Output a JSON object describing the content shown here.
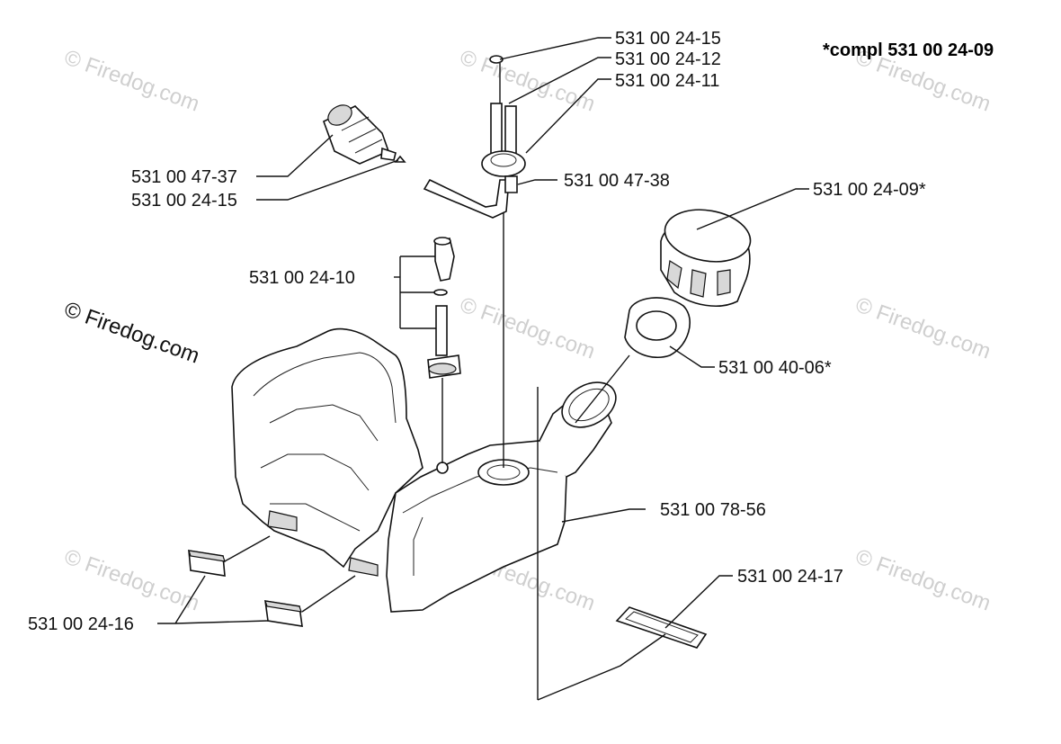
{
  "note": "*compl 531 00 24-09",
  "watermark": "© Firedog.com",
  "labels": {
    "p_24_15_top": "531 00 24-15",
    "p_24_12": "531 00 24-12",
    "p_24_11": "531 00 24-11",
    "p_47_37": "531 00 47-37",
    "p_24_15_side": "531 00 24-15",
    "p_47_38": "531 00 47-38",
    "p_24_09": "531 00 24-09*",
    "p_24_10": "531 00 24-10",
    "p_40_06": "531 00 40-06*",
    "p_78_56": "531 00 78-56",
    "p_24_17": "531 00 24-17",
    "p_24_16": "531 00 24-16"
  }
}
